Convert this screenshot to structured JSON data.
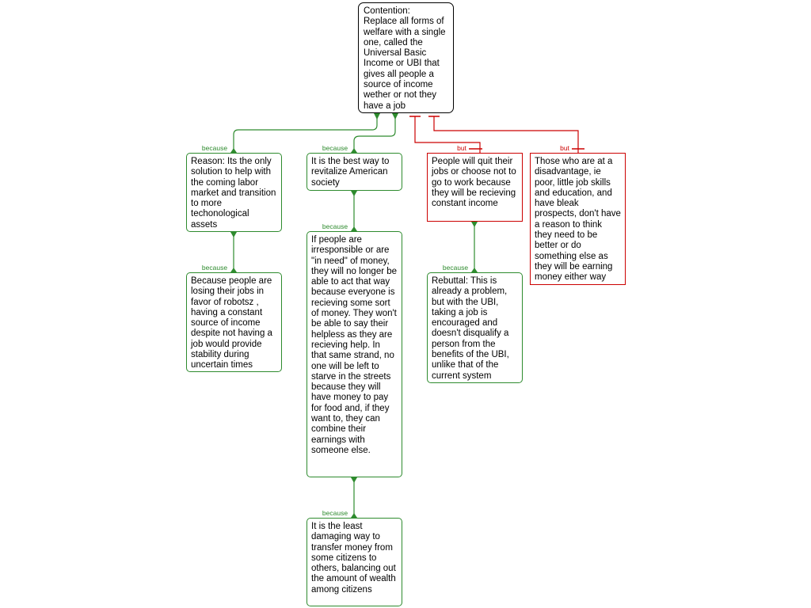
{
  "colors": {
    "support": "#2e8b2e",
    "objection": "#cc0000",
    "contention": "#000000"
  },
  "contention": {
    "text": "Contention:\nReplace all forms of welfare with a single one, called the Universal Basic Income or UBI that gives all people a source of income wether or not they have a job"
  },
  "nodes": {
    "reason1": {
      "label": "because",
      "text": "Reason: Its the only solution to help with the coming labor market and transition to more techonological assets"
    },
    "reason1_sub": {
      "label": "because",
      "text": "Because people are losing their jobs in favor of robotsz , having a constant source of income despite not having a job would provide stability during uncertain times"
    },
    "reason2": {
      "label": "because",
      "text": "It is the best way to revitalize American society"
    },
    "reason2_sub": {
      "label": "because",
      "text": "If people are irresponsible or are \"in need\" of money, they will no longer be able to act that way because everyone is recieving some sort of money. They won't be able to say their helpless as they are recieving help. In that same strand, no one will be left to starve in the streets because they will have money to pay for food and, if they want to, they can combine their earnings with someone else."
    },
    "reason2_sub2": {
      "label": "because",
      "text": "It is the least damaging way to transfer money from some citizens to others, balancing out the amount of wealth among citizens"
    },
    "objection1": {
      "label": "but",
      "text": "People will quit their jobs or choose not to go to work because they will be recieving constant income"
    },
    "objection1_sub": {
      "label": "because",
      "text": "Rebuttal: This is already a problem, but with the UBI, taking a job is encouraged and doesn't disqualify a person from the benefits of the UBI, unlike that of the current system"
    },
    "objection2": {
      "label": "but",
      "text": "Those who are at a disadvantage, ie poor, little job skills and education, and have bleak prospects, don't have a reason to think they need to be better or do something else as they will be earning money either way"
    }
  }
}
